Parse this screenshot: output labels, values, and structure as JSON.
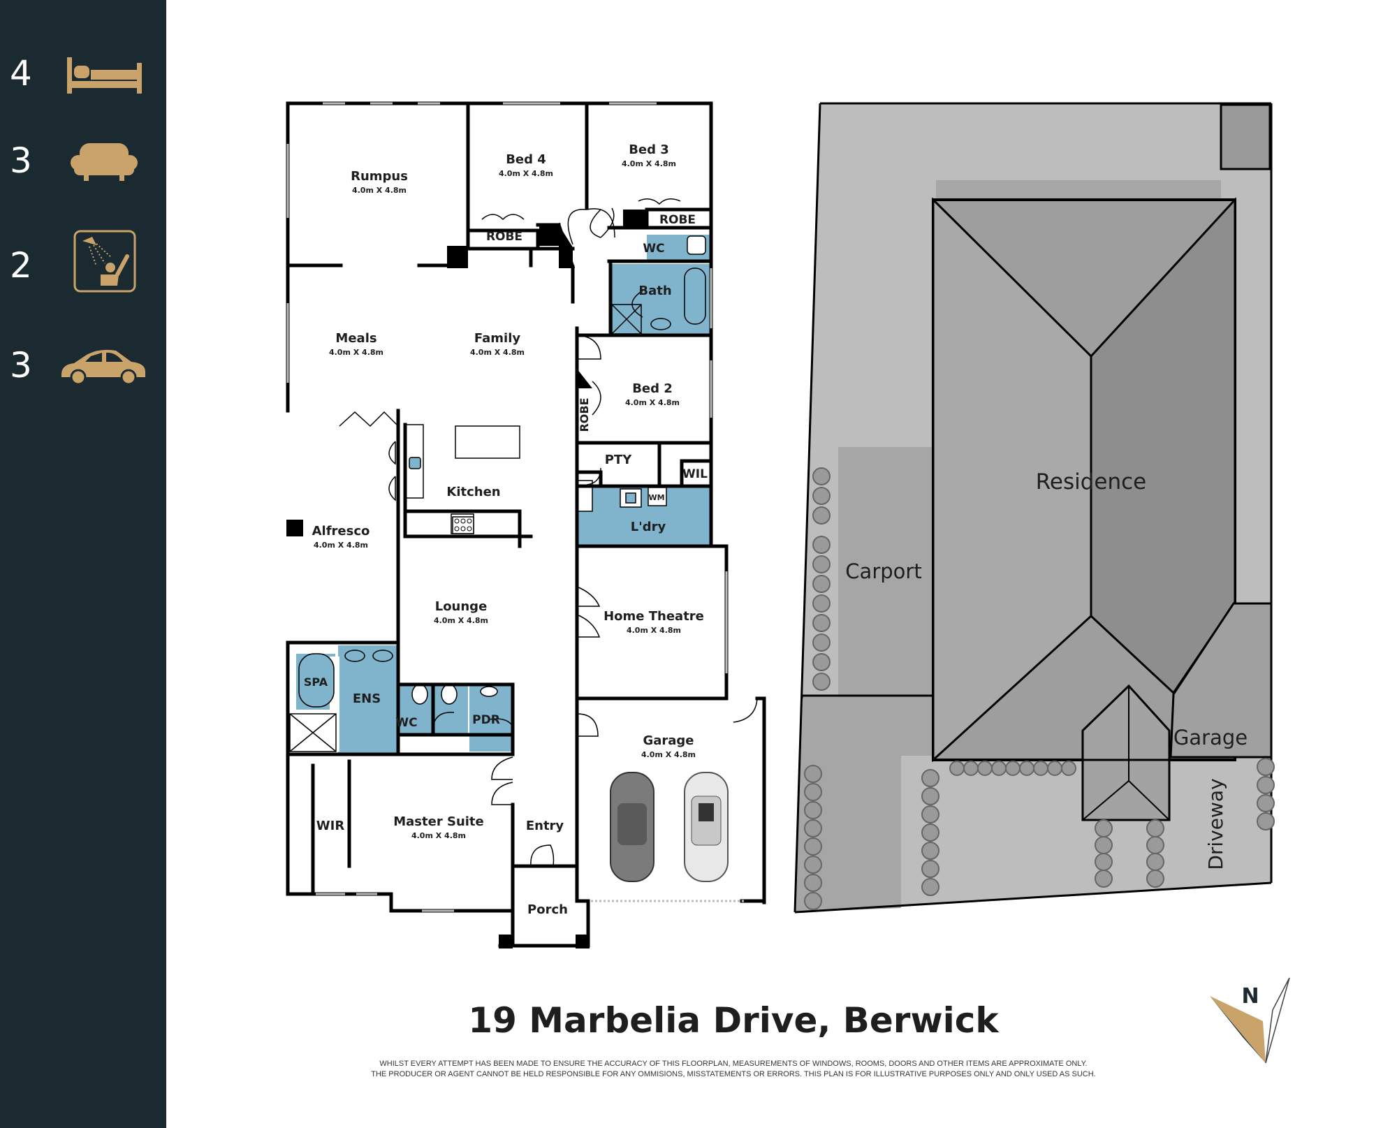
{
  "sidebar": {
    "bedrooms": {
      "count": "4",
      "icon": "bed-icon"
    },
    "living": {
      "count": "3",
      "icon": "armchair-icon"
    },
    "bathrooms": {
      "count": "2",
      "icon": "shower-icon"
    },
    "car_spaces": {
      "count": "3",
      "icon": "car-icon"
    }
  },
  "colors": {
    "sidebar_bg": "#1b2a30",
    "accent_gold": "#c9a36a",
    "wet_area_blue": "#7fb4cc",
    "wall": "#000000"
  },
  "rooms": {
    "rumpus": {
      "name": "Rumpus",
      "dims": "4.0m X 4.8m"
    },
    "bed4": {
      "name": "Bed 4",
      "dims": "4.0m X 4.8m"
    },
    "bed3": {
      "name": "Bed 3",
      "dims": "4.0m X 4.8m"
    },
    "robe": "ROBE",
    "wc": "WC",
    "bath": "Bath",
    "meals": {
      "name": "Meals",
      "dims": "4.0m X 4.8m"
    },
    "family": {
      "name": "Family",
      "dims": "4.0m X 4.8m"
    },
    "bed2": {
      "name": "Bed 2",
      "dims": "4.0m X 4.8m"
    },
    "pty": "PTY",
    "wil": "WIL",
    "wm": "WM",
    "kitchen": "Kitchen",
    "laundry": "L'dry",
    "alfresco": {
      "name": "Alfresco",
      "dims": "4.0m X 4.8m"
    },
    "lounge": {
      "name": "Lounge",
      "dims": "4.0m X 4.8m"
    },
    "home_theatre": {
      "name": "Home Theatre",
      "dims": "4.0m X 4.8m"
    },
    "spa": "SPA",
    "ens": "ENS",
    "pdr": "PDR",
    "garage": {
      "name": "Garage",
      "dims": "4.0m X 4.8m"
    },
    "wir": "WIR",
    "master_suite": {
      "name": "Master Suite",
      "dims": "4.0m X 4.8m"
    },
    "entry": "Entry",
    "porch": "Porch"
  },
  "site": {
    "residence": "Residence",
    "carport": "Carport",
    "garage": "Garage",
    "driveway": "Driveway"
  },
  "compass": "N",
  "address": "19 Marbelia Drive, Berwick",
  "disclaimer": [
    "WHILST EVERY ATTEMPT HAS BEEN MADE TO ENSURE THE ACCURACY OF THIS FLOORPLAN, MEASUREMENTS OF WINDOWS, ROOMS, DOORS AND OTHER ITEMS ARE APPROXIMATE ONLY.",
    "THE PRODUCER OR AGENT CANNOT BE HELD RESPONSIBLE FOR ANY OMMISIONS, MISSTATEMENTS OR ERRORS. THIS PLAN IS FOR ILLUSTRATIVE PURPOSES ONLY AND ONLY USED AS SUCH."
  ]
}
